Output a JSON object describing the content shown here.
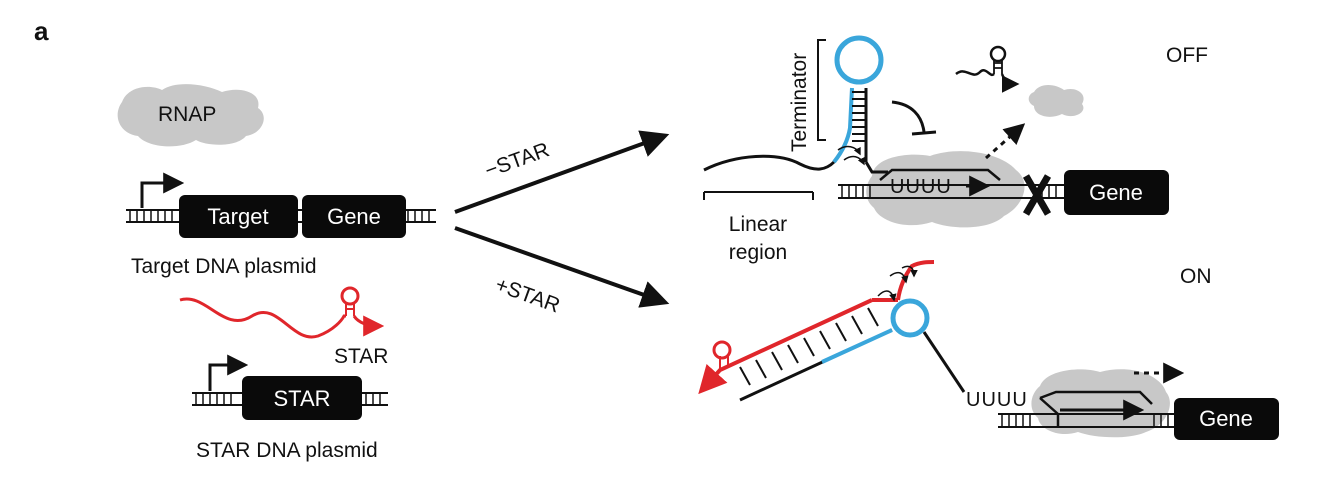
{
  "panel_label": "a",
  "rnap_label": "RNAP",
  "target_plasmid": {
    "segments": [
      "Target",
      "Gene"
    ],
    "caption": "Target DNA plasmid"
  },
  "star_rna_label": "STAR",
  "star_plasmid": {
    "segment": "STAR",
    "caption": "STAR DNA plasmid"
  },
  "arrows": {
    "minus_label": "−STAR",
    "plus_label": "+STAR"
  },
  "off_state": {
    "state_label": "OFF",
    "terminator_label": "Terminator",
    "linear_region_label": [
      "Linear",
      "region"
    ],
    "uuuu": "UUUU",
    "gene_label": "Gene"
  },
  "on_state": {
    "state_label": "ON",
    "uuuu": "UUUU",
    "gene_label": "Gene"
  },
  "colors": {
    "star_red": "#e0262b",
    "loop_blue": "#3aa6db",
    "rnap_gray": "#c8c8c8",
    "box_black": "#0a0a0a"
  }
}
